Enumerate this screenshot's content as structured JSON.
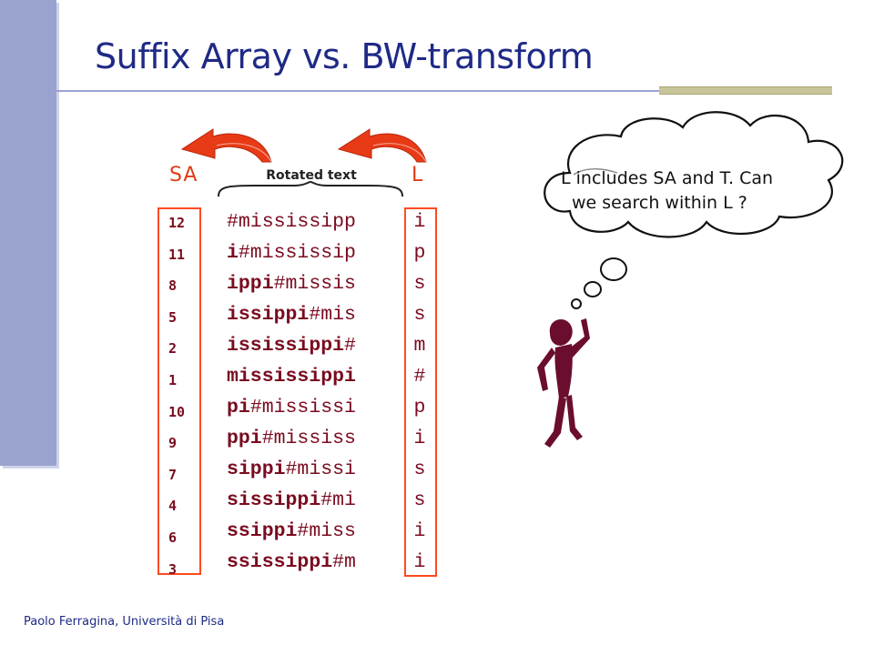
{
  "slide": {
    "title": "Suffix Array vs. BW-transform",
    "sa_label": "SA",
    "l_label": "L",
    "rotated_label": "Rotated text",
    "footer": "Paolo Ferragina, Università di Pisa"
  },
  "sa_values": [
    "12",
    "11",
    "8",
    "5",
    "2",
    "1",
    "10",
    "9",
    "7",
    "4",
    "6",
    "3"
  ],
  "rotations": [
    {
      "bold": "",
      "plain": "#mississipp"
    },
    {
      "bold": "i",
      "plain": "#mississip"
    },
    {
      "bold": "ippi",
      "plain": "#missis"
    },
    {
      "bold": "issippi",
      "plain": "#mis"
    },
    {
      "bold": "ississippi",
      "plain": "#"
    },
    {
      "bold": "mississippi",
      "plain": ""
    },
    {
      "bold": "pi",
      "plain": "#mississi"
    },
    {
      "bold": "ppi",
      "plain": "#mississ"
    },
    {
      "bold": "sippi",
      "plain": "#missi"
    },
    {
      "bold": "sissippi",
      "plain": "#mi"
    },
    {
      "bold": "ssippi",
      "plain": "#miss"
    },
    {
      "bold": "ssissippi",
      "plain": "#m"
    }
  ],
  "l_column": [
    "i",
    "p",
    "s",
    "s",
    "m",
    "#",
    "p",
    "i",
    "s",
    "s",
    "i",
    "i"
  ],
  "thought": {
    "line1": "L includes SA and T. Can",
    "line2": "we search within L ?"
  },
  "colors": {
    "title": "#1f2a86",
    "accent_red": "#e03c14",
    "text_dark_red": "#7a0b1f",
    "sidebar": "#9aa3cf"
  },
  "icons": [
    "curved-arrow-icon",
    "thought-cloud-icon",
    "thinking-man-icon"
  ]
}
